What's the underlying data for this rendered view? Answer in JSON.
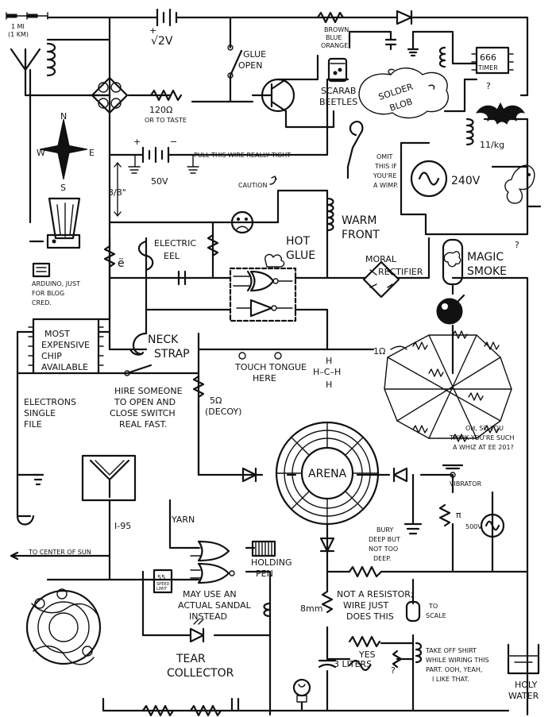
{
  "labels": {
    "scale": [
      "1 MI",
      "(1 KM)"
    ],
    "compass": {
      "n": "N",
      "s": "S",
      "e": "E",
      "w": "W"
    },
    "battery_top": "√2V",
    "glue_open": [
      "GLUE",
      "OPEN"
    ],
    "brown_blue_orange": [
      "BROWN",
      "BLUE",
      "ORANGE"
    ],
    "timer": [
      "666",
      "TIMER"
    ],
    "scarab": [
      "SCARAB",
      "BEETLES"
    ],
    "solder_blob": [
      "SOLDER",
      "BLOB"
    ],
    "resistor_120": "120Ω",
    "or_to_taste": "OR TO TASTE",
    "question_1": "?",
    "kg": "11/kg",
    "pull_wire": "PULL THIS WIRE REALLY TIGHT",
    "battery_50v": "50V",
    "omit": [
      "OMIT",
      "THIS IF",
      "YOU'RE",
      "A WIMP."
    ],
    "v240": "240V",
    "three_eighths": "3/8\"",
    "caution": "CAUTION",
    "warm_front": [
      "WARM",
      "FRONT"
    ],
    "e_umlaut": "ë",
    "electric_eel": [
      "ELECTRIC",
      "EEL"
    ],
    "hot_glue": [
      "HOT",
      "GLUE"
    ],
    "moral_rectifier": [
      "MORAL",
      "RECTIFIER"
    ],
    "magic_smoke": [
      "MAGIC",
      "SMOKE"
    ],
    "question_2": "?",
    "arduino": [
      "ARDUINO, JUST",
      "FOR BLOG",
      "CRED."
    ],
    "chip": [
      "MOST",
      "EXPENSIVE",
      "CHIP",
      "AVAILABLE"
    ],
    "neck_strap": [
      "NECK",
      "STRAP"
    ],
    "touch_tongue": [
      "TOUCH TONGUE",
      "HERE"
    ],
    "hch": [
      "H",
      "H–C–H",
      "H"
    ],
    "one_ohm": "1Ω",
    "electrons": [
      "ELECTRONS",
      "SINGLE",
      "FILE"
    ],
    "hire_someone": [
      "HIRE SOMEONE",
      "TO OPEN AND",
      "CLOSE SWITCH",
      "REAL FAST."
    ],
    "decoy": [
      "5Ω",
      "(DECOY)"
    ],
    "arena": "ARENA",
    "whiz": [
      "OH, SO YOU",
      "THINK YOU'RE SUCH",
      "A WHIZ AT EE 201?"
    ],
    "vibrator": "VIBRATOR",
    "pi": "π",
    "v500": "500V",
    "yarn": "YARN",
    "i95": "I-95",
    "bury": [
      "BURY",
      "DEEP BUT",
      "NOT TOO",
      "DEEP."
    ],
    "center_of_sun": "TO CENTER OF SUN",
    "holding_pen": [
      "HOLDING",
      "PEN"
    ],
    "speed_limit": [
      "55",
      "SPEED",
      "LIMIT"
    ],
    "sandal": [
      "MAY USE AN",
      "ACTUAL SANDAL",
      "INSTEAD"
    ],
    "not_resistor": [
      "NOT A RESISTOR;",
      "WIRE JUST",
      "DOES THIS"
    ],
    "to_scale": [
      "TO",
      "SCALE"
    ],
    "eight_mm": "8mm",
    "yes": "YES",
    "tear_collector": [
      "TEAR",
      "COLLECTOR"
    ],
    "three_liters": "3 LITERS",
    "shirt": [
      "TAKE OFF SHIRT",
      "WHILE WIRING THIS",
      "PART. OOH, YEAH,",
      "I LIKE THAT."
    ],
    "holy_water": [
      "HOLY",
      "WATER"
    ]
  }
}
